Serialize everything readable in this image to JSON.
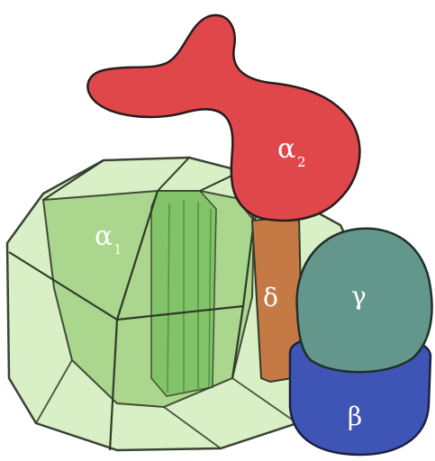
{
  "labels": {
    "alpha1": "α",
    "alpha1_sub": "1",
    "alpha2": "α",
    "alpha2_sub": "2",
    "delta": "δ",
    "gamma": "γ",
    "beta": "β"
  },
  "colors": {
    "alpha1_fill": "#d6eebd",
    "alpha1_inner": "#9fd080",
    "alpha1_dark": "#6fb256",
    "alpha2_fill": "#e0474b",
    "delta_fill": "#c57a45",
    "gamma_fill": "#64978c",
    "beta_fill": "#3e55b6",
    "outline": "#2f3b2a"
  }
}
